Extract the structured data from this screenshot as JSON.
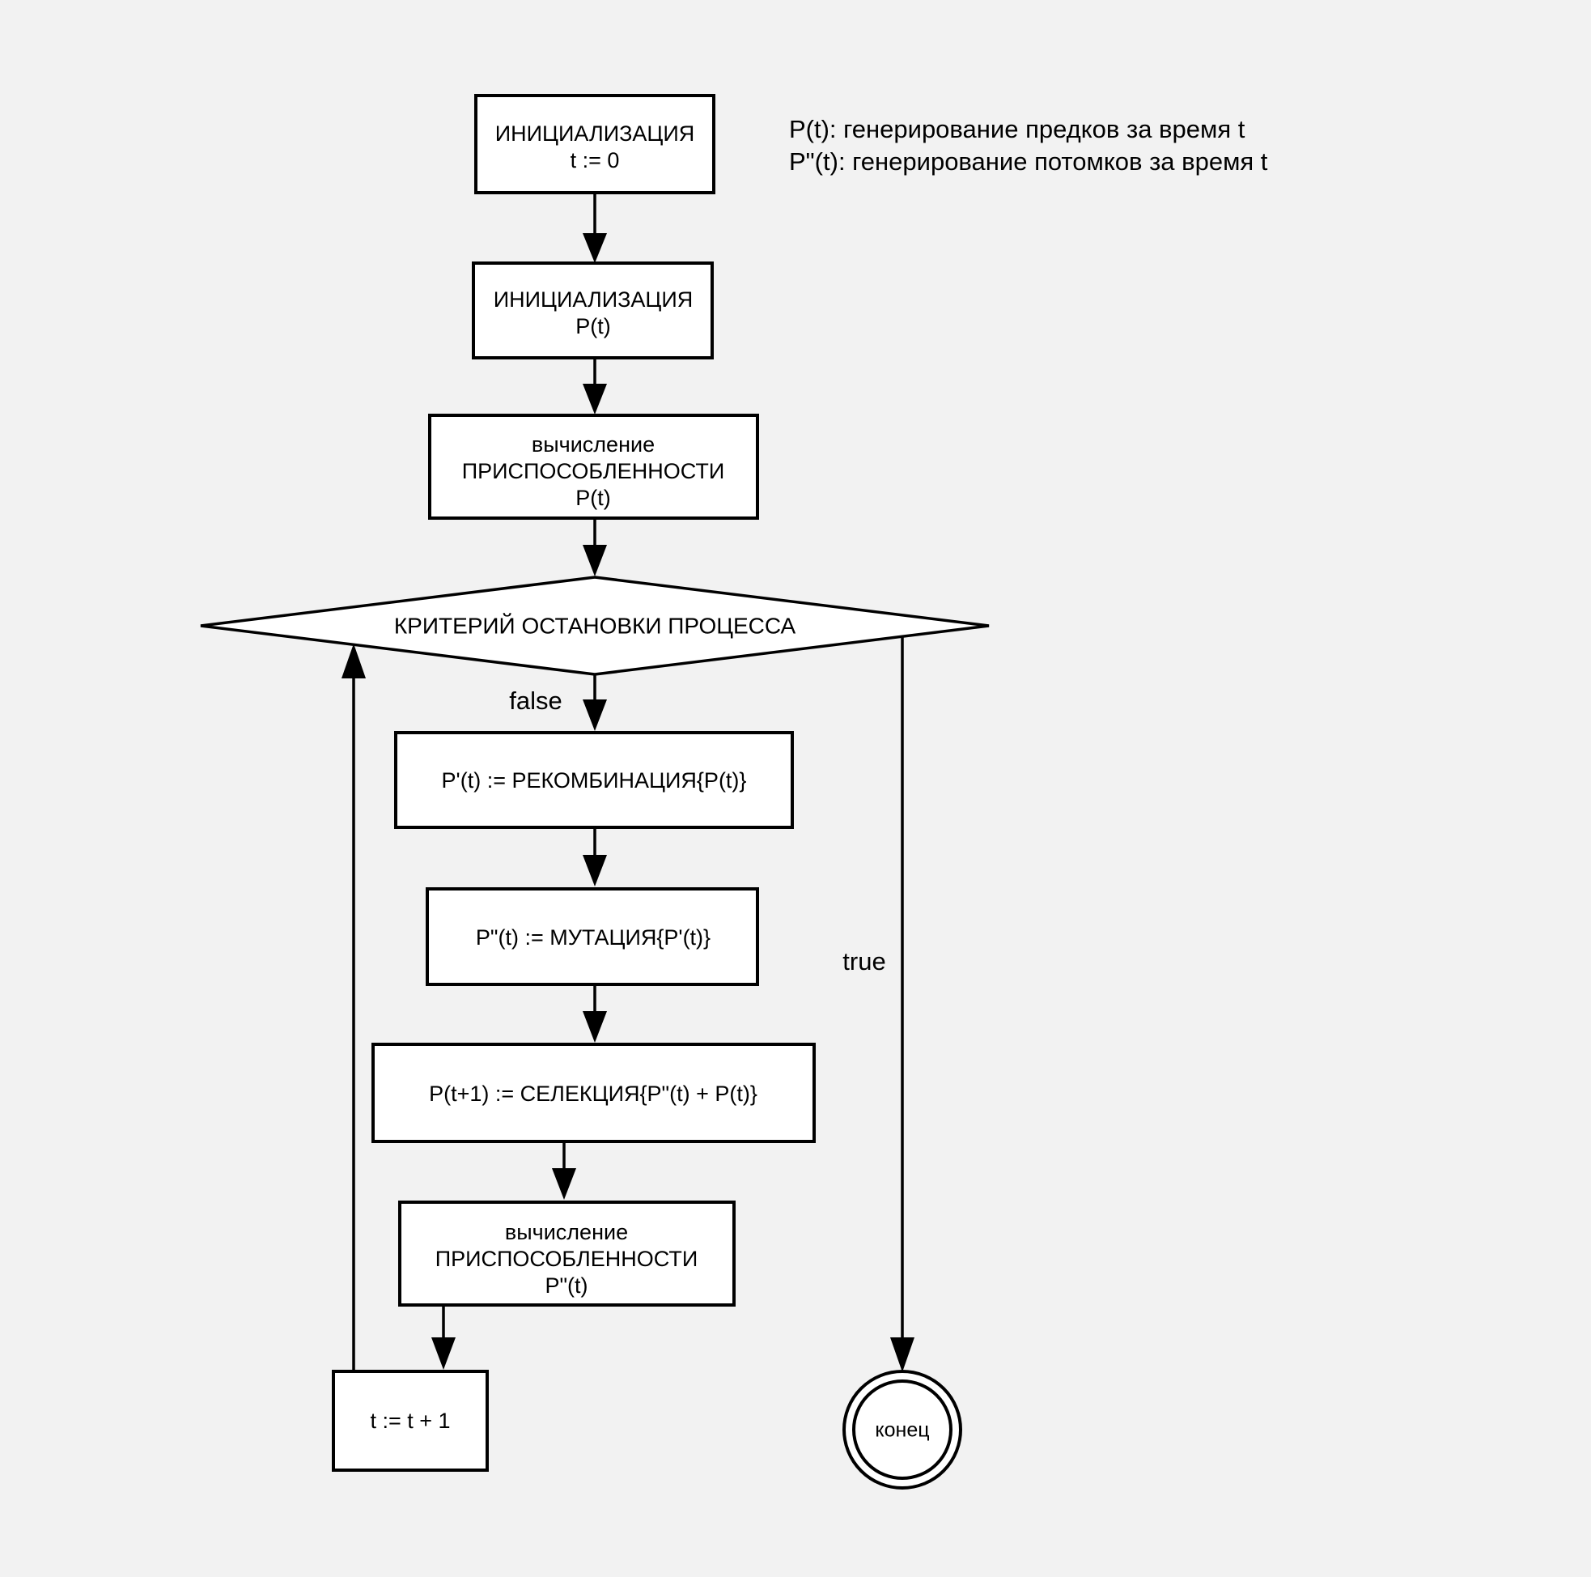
{
  "diagram": {
    "title_present": false,
    "background_color": "#f2f2f2",
    "stroke_color": "#000000",
    "fill_color": "#ffffff",
    "legend": {
      "line1": "P(t): генерирование предков за время t",
      "line2": "P\"(t): генерирование потомков за время t"
    },
    "nodes": {
      "init_t": {
        "type": "process",
        "line1": "ИНИЦИАЛИЗАЦИЯ",
        "line2": "t := 0"
      },
      "init_p": {
        "type": "process",
        "line1": "ИНИЦИАЛИЗАЦИЯ",
        "line2": "P(t)"
      },
      "fitness_p": {
        "type": "process",
        "line1": "вычисление",
        "line2": "ПРИСПОСОБЛЕННОСТИ",
        "line3": "P(t)"
      },
      "stop_criterion": {
        "type": "decision",
        "label": "КРИТЕРИЙ ОСТАНОВКИ ПРОЦЕССА"
      },
      "recombination": {
        "type": "process",
        "label": "P'(t) := РЕКОМБИНАЦИЯ{P(t)}"
      },
      "mutation": {
        "type": "process",
        "label": "P\"(t) := МУТАЦИЯ{P'(t)}"
      },
      "selection": {
        "type": "process",
        "label": "P(t+1) :=  СЕЛЕКЦИЯ{P\"(t) + P(t)}"
      },
      "fitness_pp": {
        "type": "process",
        "line1": "вычисление",
        "line2": "ПРИСПОСОБЛЕННОСТИ",
        "line3": "P\"(t)"
      },
      "increment": {
        "type": "process",
        "label": "t := t + 1"
      },
      "end": {
        "type": "terminator",
        "label": "конец"
      }
    },
    "edge_labels": {
      "false_branch": "false",
      "true_branch": "true"
    }
  }
}
